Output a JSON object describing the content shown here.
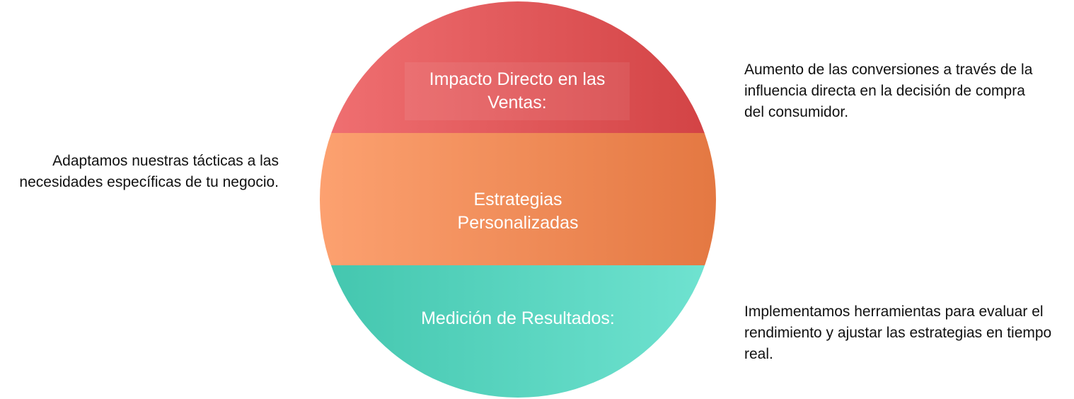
{
  "segments": [
    {
      "title": "Impacto Directo en las Ventas:",
      "color_start": "#f07072",
      "color_end": "#d24244",
      "description": "Aumento de las conversiones a través de la influencia directa en la decisión de compra del consumidor."
    },
    {
      "title": "Estrategias Personalizadas",
      "color_start": "#fca170",
      "color_end": "#e47842",
      "description": "Adaptamos nuestras tácticas a las necesidades específicas de tu negocio."
    },
    {
      "title": "Medición de Resultados:",
      "color_start": "#43c6ae",
      "color_end": "#70e3d1",
      "description": "Implementamos herramientas para evaluar el rendimiento y ajustar las estrategias en tiempo real."
    }
  ]
}
